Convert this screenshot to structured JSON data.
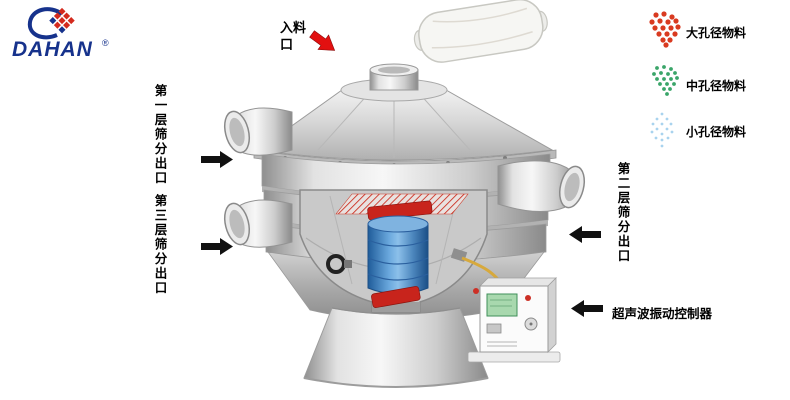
{
  "logo": {
    "brand": "DAHAN",
    "registered_mark": "®"
  },
  "annotations": {
    "feed_inlet": "入料口",
    "outlet_layer_1": "第一层筛分出口",
    "outlet_layer_2": "第二层筛分出口",
    "outlet_layer_3": "第三层筛分出口",
    "controller": "超声波振动控制器"
  },
  "legend": {
    "items": [
      {
        "label": "大孔径物料",
        "color": "#d93a20"
      },
      {
        "label": "中孔径物料",
        "color": "#3aa569"
      },
      {
        "label": "小孔径物料",
        "color": "#a9d3ee"
      }
    ]
  },
  "colors": {
    "arrow_black": "#111111",
    "arrow_red": "#e21010",
    "logo_blue": "#16328c",
    "logo_red": "#d42a1e",
    "motor_blue": "#3577b5",
    "background": "#ffffff"
  }
}
